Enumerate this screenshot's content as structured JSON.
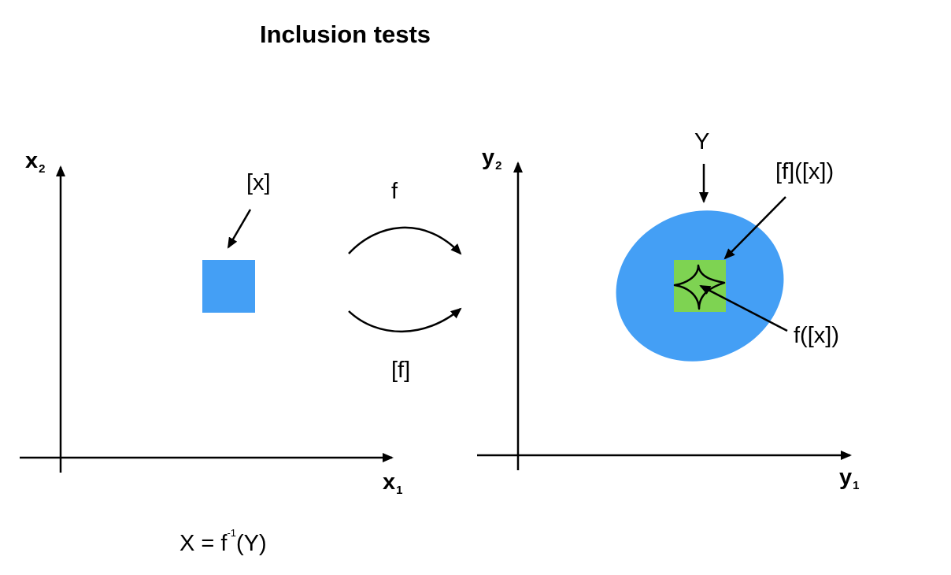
{
  "title": "Inclusion tests",
  "left_panel": {
    "axis_x": {
      "base": "x",
      "sub": "1"
    },
    "axis_y": {
      "base": "x",
      "sub": "2"
    },
    "box_label": "[x]",
    "formula": {
      "left": "X = f",
      "sup": "-1",
      "right": "(Y)"
    }
  },
  "mapping": {
    "upper_label": "f",
    "lower_label": "[f]"
  },
  "right_panel": {
    "axis_x": {
      "base": "y",
      "sub": "1"
    },
    "axis_y": {
      "base": "y",
      "sub": "2"
    },
    "set_label": "Y",
    "box_image_label": "[f]([x])",
    "exact_image_label": "f([x])"
  },
  "colors": {
    "box": "#449ff5",
    "ellipse": "#449ff5",
    "inner_box": "#7ed352",
    "ink": "#000000"
  }
}
